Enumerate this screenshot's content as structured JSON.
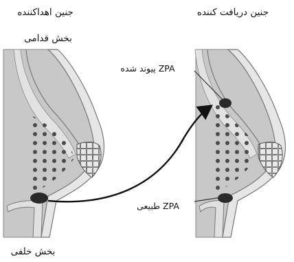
{
  "labels": {
    "donor_embryo": "جنین اهداکننده",
    "recipient_embryo": "جنین دریافت کننده",
    "anterior": "بخش قدامی",
    "posterior": "بخش خلفی",
    "grafted_zpa": "ZPA پیوند شده",
    "natural_zpa": "ZPA طبیعی"
  }
}
